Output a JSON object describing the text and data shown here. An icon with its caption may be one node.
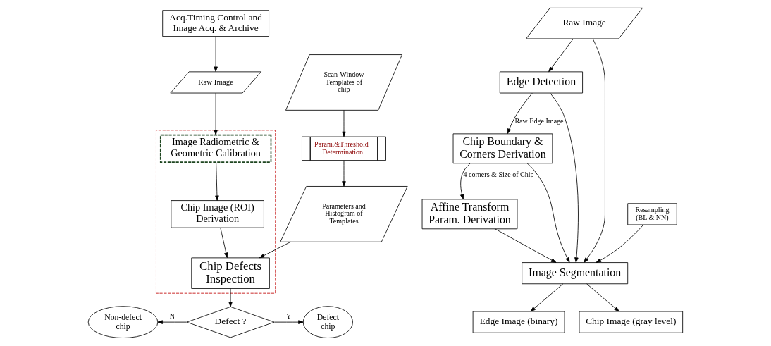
{
  "diagram": {
    "nodes": [
      {
        "text": [
          "Acq.Timing Control and Image Acq. & Archive"
        ]
      },
      {
        "text": [
          "Raw Image"
        ]
      },
      {
        "text": [
          "Scan-Window Templates of chip"
        ]
      },
      {
        "text": [],
        "shape": "box"
      },
      {
        "text": [
          "Image Radiometric & Geometric Calibration"
        ],
        "in": 3
      },
      {
        "text": [
          "Param.&Threshold Determination"
        ]
      },
      {
        "text": [
          "Chip Image (ROI) Derivation"
        ],
        "in": 3
      },
      {
        "text": [
          "Parameters and Histogram of Templates"
        ]
      },
      {
        "text": [
          "Chip Defects Inspection"
        ],
        "in": 3
      },
      {
        "text": [
          "Non-defect chip"
        ]
      },
      {
        "text": [
          "Defect ?"
        ]
      },
      {
        "text": [
          "Defect chip"
        ]
      },
      {
        "text": [
          "Edge Detection"
        ]
      },
      {
        "text": [
          "Raw Image"
        ]
      },
      {
        "text": [
          "Chip Boundary & Corners Derivation"
        ]
      },
      {
        "text": [
          "Affine Transform Param. Derivation"
        ]
      },
      {
        "text": [
          "Resampling (BL & NN)"
        ]
      },
      {
        "text": [
          "Image Segmentation"
        ]
      },
      {
        "text": [
          "Edge Image (binary)"
        ]
      },
      {
        "text": [
          "Chip Image (gray level)"
        ]
      }
    ],
    "edges": [
      {
        "from": 0,
        "to": 1,
        "arrow": "to"
      },
      {
        "from": 1,
        "to": 4,
        "arrow": "to"
      },
      {
        "from": 4,
        "to": 6,
        "arrow": "to"
      },
      {
        "from": 6,
        "to": 8,
        "arrow": "to"
      },
      {
        "from": 2,
        "to": 5,
        "arrow": "to"
      },
      {
        "from": 5,
        "to": 7,
        "arrow": "to"
      },
      {
        "from": 7,
        "to": 8,
        "arrow": "to"
      },
      {
        "from": 8,
        "to": 10,
        "arrow": "to"
      },
      {
        "from": 10,
        "to": 9,
        "arrow": "to",
        "label": "N"
      },
      {
        "from": 10,
        "to": 11,
        "arrow": "to",
        "label": "Y"
      },
      {
        "from": 13,
        "to": 12,
        "arrow": "to"
      },
      {
        "from": 12,
        "to": 14,
        "arrow": "to",
        "label": "Raw Edge Image"
      },
      {
        "from": 12,
        "to": 17,
        "arrow": "to"
      },
      {
        "from": 14,
        "to": 15,
        "arrow": "to",
        "label": "4 corners & Size of Chip"
      },
      {
        "from": 14,
        "to": 17,
        "arrow": "to"
      },
      {
        "from": 15,
        "to": 17,
        "arrow": "to"
      },
      {
        "from": 16,
        "to": 17,
        "arrow": "to"
      },
      {
        "from": 13,
        "to": 17,
        "arrow": "to"
      },
      {
        "from": 17,
        "to": 18,
        "arrow": "to"
      },
      {
        "from": 17,
        "to": 19,
        "arrow": "to"
      }
    ]
  }
}
